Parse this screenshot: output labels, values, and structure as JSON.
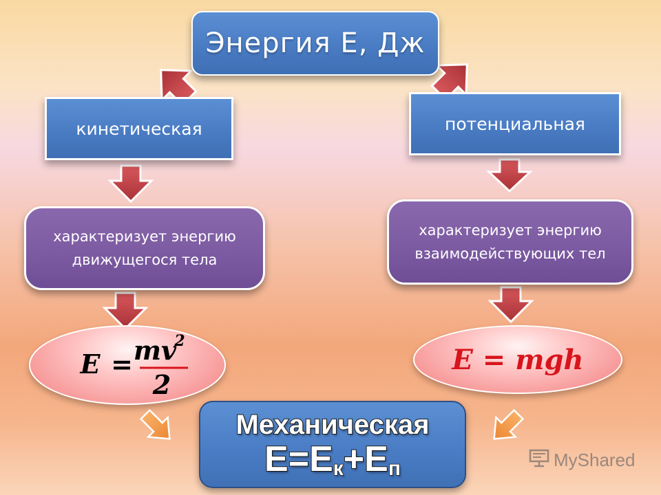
{
  "title": "Энергия Е, Дж",
  "kinetic": {
    "label": "кинетическая",
    "description": "характеризует энергию движущегося тела",
    "formula": {
      "lhs": "E",
      "equals": "=",
      "numerator": "mv",
      "exponent": "2",
      "denominator": "2"
    }
  },
  "potential": {
    "label": "потенциальная",
    "description": "характеризует  энергию взаимодействующих тел",
    "formula": "E = mgh"
  },
  "mechanical": {
    "title": "Механическая",
    "eq_prefix": "Е=Е",
    "sub_k": "к",
    "eq_plus": "+Е",
    "sub_p": "п"
  },
  "watermark": "MyShared",
  "colors": {
    "blue_box": "#4a7cc4",
    "purple_box": "#7b5aa1",
    "oval_pink": "#f79a9a",
    "arrow_red": "#c0454a",
    "arrow_orange": "#f3994b",
    "formula_red": "#d8141c"
  }
}
